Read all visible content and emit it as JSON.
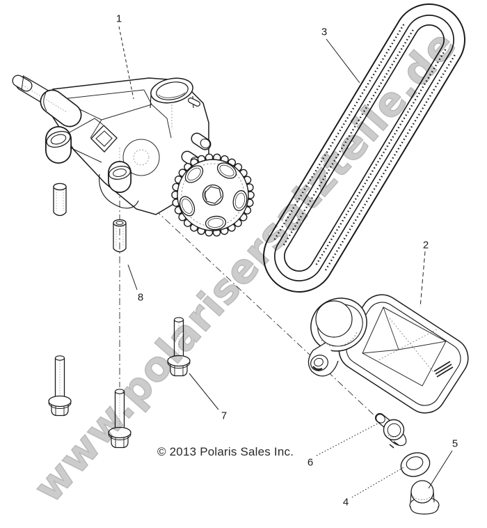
{
  "page": {
    "watermark": "www.polarisersatzteile.de",
    "copyright": "© 2013 Polaris Sales Inc.",
    "background_color": "#ffffff",
    "line_color": "#1a1a1a",
    "watermark_color": "#cccccc"
  },
  "callouts": [
    {
      "label": "1"
    },
    {
      "label": "2"
    },
    {
      "label": "3"
    },
    {
      "label": "4"
    },
    {
      "label": "5"
    },
    {
      "label": "6"
    },
    {
      "label": "7"
    },
    {
      "label": "8"
    }
  ]
}
